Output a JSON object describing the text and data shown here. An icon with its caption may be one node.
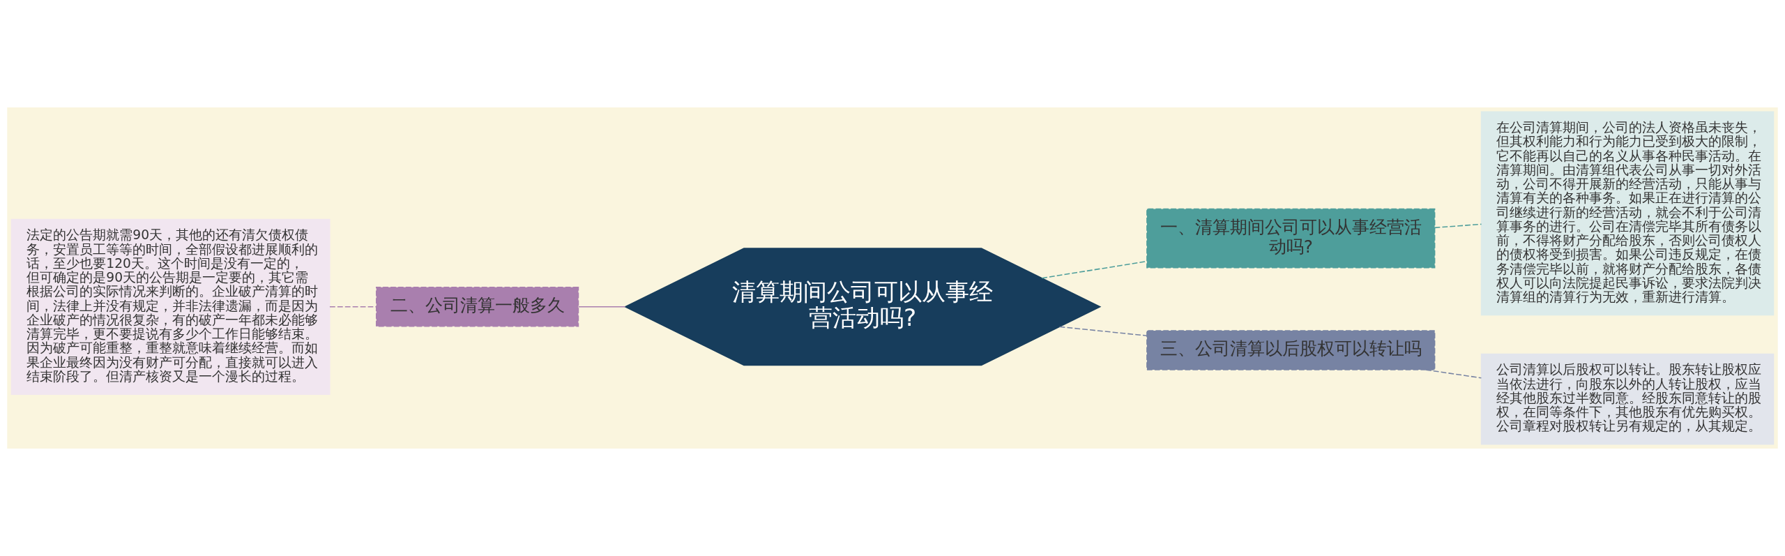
{
  "diagram": {
    "nodes": [
      {
        "text": [
          "清算期间公司可以从事经营活动吗?"
        ]
      },
      {
        "text": [
          "二、公司清算一般多久"
        ]
      },
      {
        "text": [
          "法定的公告期就需90天，其他的还有清欠债权债务，安置员工等等的时间，全部假设都进展顺利的话，至少也要120天。这个时间是没有一定的，但可确定的是90天的公告期是一定要的，其它需根据公司的实际情况来判断的。企业破产清算的时间，法律上并没有规定，并非法律遗漏，而是因为企业破产的情况很复杂，有的破产一年都未必能够清算完毕，更不要提说有多少个工作日能够结束。因为破产可能重整，重整就意味着继续经营。而如果企业最终因为没有财产可分配，直接就可以进入结束阶段了。但清产核资又是一个漫长的过程。"
        ]
      },
      {
        "text": [
          "一、清算期间公司可以从事经营活动吗?"
        ]
      },
      {
        "text": [
          "在公司清算期间，公司的法人资格虽未丧失，但其权利能力和行为能力已受到极大的限制，它不能再以自己的名义从事各种民事活动。在清算期间。由清算组代表公司从事一切对外活动，公司不得开展新的经营活动，只能从事与清算有关的各种事务。如果正在进行清算的公司继续进行新的经营活动，就会不利于公司清算事务的进行。公司在清偿完毕其所有债务以前，不得将财产分配给股东，否则公司债权人的债权将受到损害。如果公司违反规定，在债务清偿完毕以前，就将财产分配给股东，各债权人可以向法院提起民事诉讼，要求法院判决清算组的清算行为无效，重新进行清算。"
        ]
      },
      {
        "text": [
          "三、公司清算以后股权可以转让吗"
        ]
      },
      {
        "text": [
          "公司清算以后股权可以转让。股东转让股权应当依法进行，向股东以外的人转让股权，应当经其他股东过半数同意。经股东同意转让的股权，在同等条件下，其他股东有优先购买权。公司章程对股权转让另有规定的，从其规定。"
        ]
      }
    ],
    "edges": [
      {
        "from": 0,
        "to": 1,
        "arrow": "none",
        "color": "#a97fae"
      },
      {
        "from": 1,
        "to": 2,
        "arrow": "none",
        "style": "dashed",
        "color": "#a97fae"
      },
      {
        "from": 0,
        "to": 3,
        "arrow": "none",
        "style": "dashed",
        "color": "#4e9e9b"
      },
      {
        "from": 3,
        "to": 4,
        "arrow": "none",
        "style": "dashed",
        "color": "#4e9e9b"
      },
      {
        "from": 0,
        "to": 5,
        "arrow": "none",
        "style": "dashed",
        "color": "#7783a3"
      },
      {
        "from": 5,
        "to": 6,
        "arrow": "none",
        "style": "dashed",
        "color": "#7783a3"
      }
    ]
  }
}
